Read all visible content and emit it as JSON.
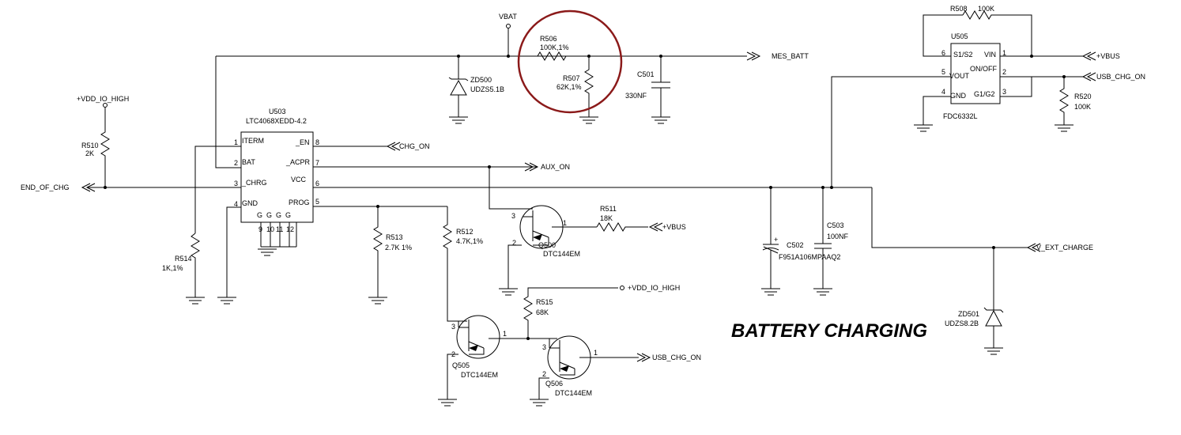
{
  "title": "BATTERY CHARGING",
  "highlight_color": "#8b1a1a",
  "net_labels": {
    "vbat": "VBAT",
    "mes_batt": "MES_BATT",
    "vdd_io_high": "+VDD_IO_HIGH",
    "end_of_chg": "END_OF_CHG",
    "chg_on": "CHG_ON",
    "aux_on": "AUX_ON",
    "vbus_q500": "+VBUS",
    "vdd_io_high_r515": "+VDD_IO_HIGH",
    "usb_chg_on_q506": "USB_CHG_ON",
    "v_ext_charge": "V_EXT_CHARGE",
    "vbus_u505": "+VBUS",
    "usb_chg_on_u505": "USB_CHG_ON"
  },
  "u503": {
    "ref": "U503",
    "part": "LTC4068XEDD-4.2",
    "left_pins": [
      {
        "num": "1",
        "name": "ITERM"
      },
      {
        "num": "2",
        "name": "BAT"
      },
      {
        "num": "3",
        "name": "_CHRG"
      },
      {
        "num": "4",
        "name": "GND"
      }
    ],
    "right_pins": [
      {
        "num": "8",
        "name": "_EN"
      },
      {
        "num": "7",
        "name": "_ACPR"
      },
      {
        "num": "6",
        "name": "VCC"
      },
      {
        "num": "5",
        "name": "PROG"
      }
    ],
    "bottom_pin_names": [
      "G",
      "G",
      "G",
      "G"
    ],
    "bottom_pin_nums": [
      "9",
      "10",
      "11",
      "12"
    ]
  },
  "u505": {
    "ref": "U505",
    "part": "FDC6332L",
    "left_pins": [
      {
        "num": "6",
        "name": "S1/S2"
      },
      {
        "num": "5",
        "name": "VOUT"
      },
      {
        "num": "4",
        "name": "GND"
      }
    ],
    "right_pins": [
      {
        "num": "1",
        "name": "VIN"
      },
      {
        "num": "2",
        "name": "ON/OFF"
      },
      {
        "num": "3",
        "name": "G1/G2"
      }
    ]
  },
  "resistors": {
    "r506": {
      "ref": "R506",
      "value": "100K,1%"
    },
    "r507": {
      "ref": "R507",
      "value": "62K,1%"
    },
    "r508": {
      "ref": "R508",
      "value": "100K"
    },
    "r510": {
      "ref": "R510",
      "value": "2K"
    },
    "r511": {
      "ref": "R511",
      "value": "18K"
    },
    "r512": {
      "ref": "R512",
      "value": "4.7K,1%"
    },
    "r513": {
      "ref": "R513",
      "value": "2.7K  1%"
    },
    "r514": {
      "ref": "R514",
      "value": "1K,1%"
    },
    "r515": {
      "ref": "R515",
      "value": "68K"
    },
    "r520": {
      "ref": "R520",
      "value": "100K"
    }
  },
  "capacitors": {
    "c501": {
      "ref": "C501",
      "value": "330NF"
    },
    "c502": {
      "ref": "C502",
      "value": "F951A106MPAAQ2"
    },
    "c503": {
      "ref": "C503",
      "value": "100NF"
    }
  },
  "diodes": {
    "zd500": {
      "ref": "ZD500",
      "value": "UDZS5.1B"
    },
    "zd501": {
      "ref": "ZD501",
      "value": "UDZS8.2B"
    }
  },
  "transistors": {
    "q500": {
      "ref": "Q500",
      "value": "DTC144EM",
      "pins": [
        "3",
        "1",
        "2"
      ]
    },
    "q505": {
      "ref": "Q505",
      "value": "DTC144EM",
      "pins": [
        "3",
        "1",
        "2"
      ]
    },
    "q506": {
      "ref": "Q506",
      "value": "DTC144EM",
      "pins": [
        "3",
        "1",
        "2"
      ]
    }
  },
  "c502_polarity": "+"
}
